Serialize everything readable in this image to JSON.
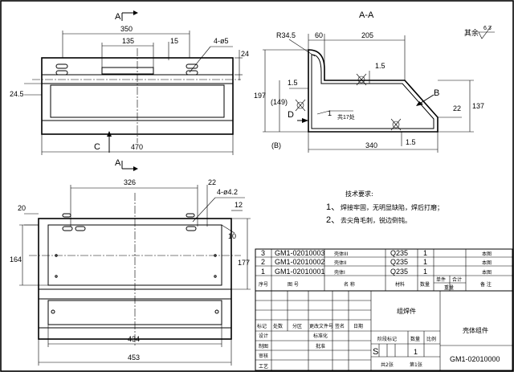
{
  "front_view": {
    "section_mark": "A",
    "dims": {
      "w350": "350",
      "w135": "135",
      "w15": "15",
      "holes": "4-ø5",
      "h24": "24",
      "h24_5": "24.5",
      "w470": "470"
    },
    "view_mark": "C"
  },
  "section_view": {
    "title": "A-A",
    "dims": {
      "r": "R34.5",
      "d60": "60",
      "d205": "205",
      "d197": "197",
      "d149": "(149)",
      "d1_5a": "1.5",
      "d1_5b": "1.5",
      "d1_5c": "1.5",
      "d137": "137",
      "d22": "22",
      "d340": "340",
      "balloon": "1",
      "weld_note": "共17处"
    },
    "marks": {
      "b": "B",
      "d": "D",
      "b_bracket": "(B)"
    },
    "surface": {
      "label": "其余",
      "value": "6.3"
    }
  },
  "bottom_view": {
    "section_mark": "A",
    "dims": {
      "w326": "326",
      "w22": "22",
      "holes": "4-ø4.2",
      "h20": "20",
      "h12": "12",
      "h164": "164",
      "h177": "177",
      "h10": "10",
      "w434": "434",
      "w453": "453"
    }
  },
  "tech": {
    "title": "技术要求:",
    "items": [
      {
        "num": "1、",
        "text": "焊接牢固，无明显缺陷，焊后打磨；"
      },
      {
        "num": "2、",
        "text": "去尖角毛刺，锐边倒钝。"
      }
    ]
  },
  "bom": {
    "rows": [
      {
        "seq": "3",
        "code": "GM1-02010003",
        "name": "壳体III",
        "material": "Q235",
        "qty": "1",
        "note": "本图"
      },
      {
        "seq": "2",
        "code": "GM1-02010002",
        "name": "壳体II",
        "material": "Q235",
        "qty": "1",
        "note": "本图"
      },
      {
        "seq": "1",
        "code": "GM1-02010001",
        "name": "壳体I",
        "material": "Q235",
        "qty": "1",
        "note": "本图"
      }
    ],
    "header": {
      "seq": "序号",
      "code": "图    号",
      "name": "名    称",
      "material": "材料",
      "qty": "数量",
      "unit": "单件",
      "total": "合计",
      "weight": "重量",
      "note": "备    注"
    }
  },
  "title_block": {
    "labels": {
      "mark": "标记",
      "count": "处数",
      "zone": "分区",
      "change_doc": "更改文件号",
      "sign": "签名",
      "date": "日期",
      "design": "设计",
      "standard": "标准化",
      "drafting": "制图",
      "approve": "批准",
      "review": "审核",
      "process": "工艺",
      "stage": "阶段标记",
      "weight": "数量",
      "scale": "比例"
    },
    "part_name": "组焊件",
    "assembly_name": "壳体组件",
    "stage_value": "S",
    "qty_value": "1",
    "sheets": {
      "total": "共2张",
      "current": "第1张"
    },
    "drawing_no": "GM1-02010000"
  }
}
